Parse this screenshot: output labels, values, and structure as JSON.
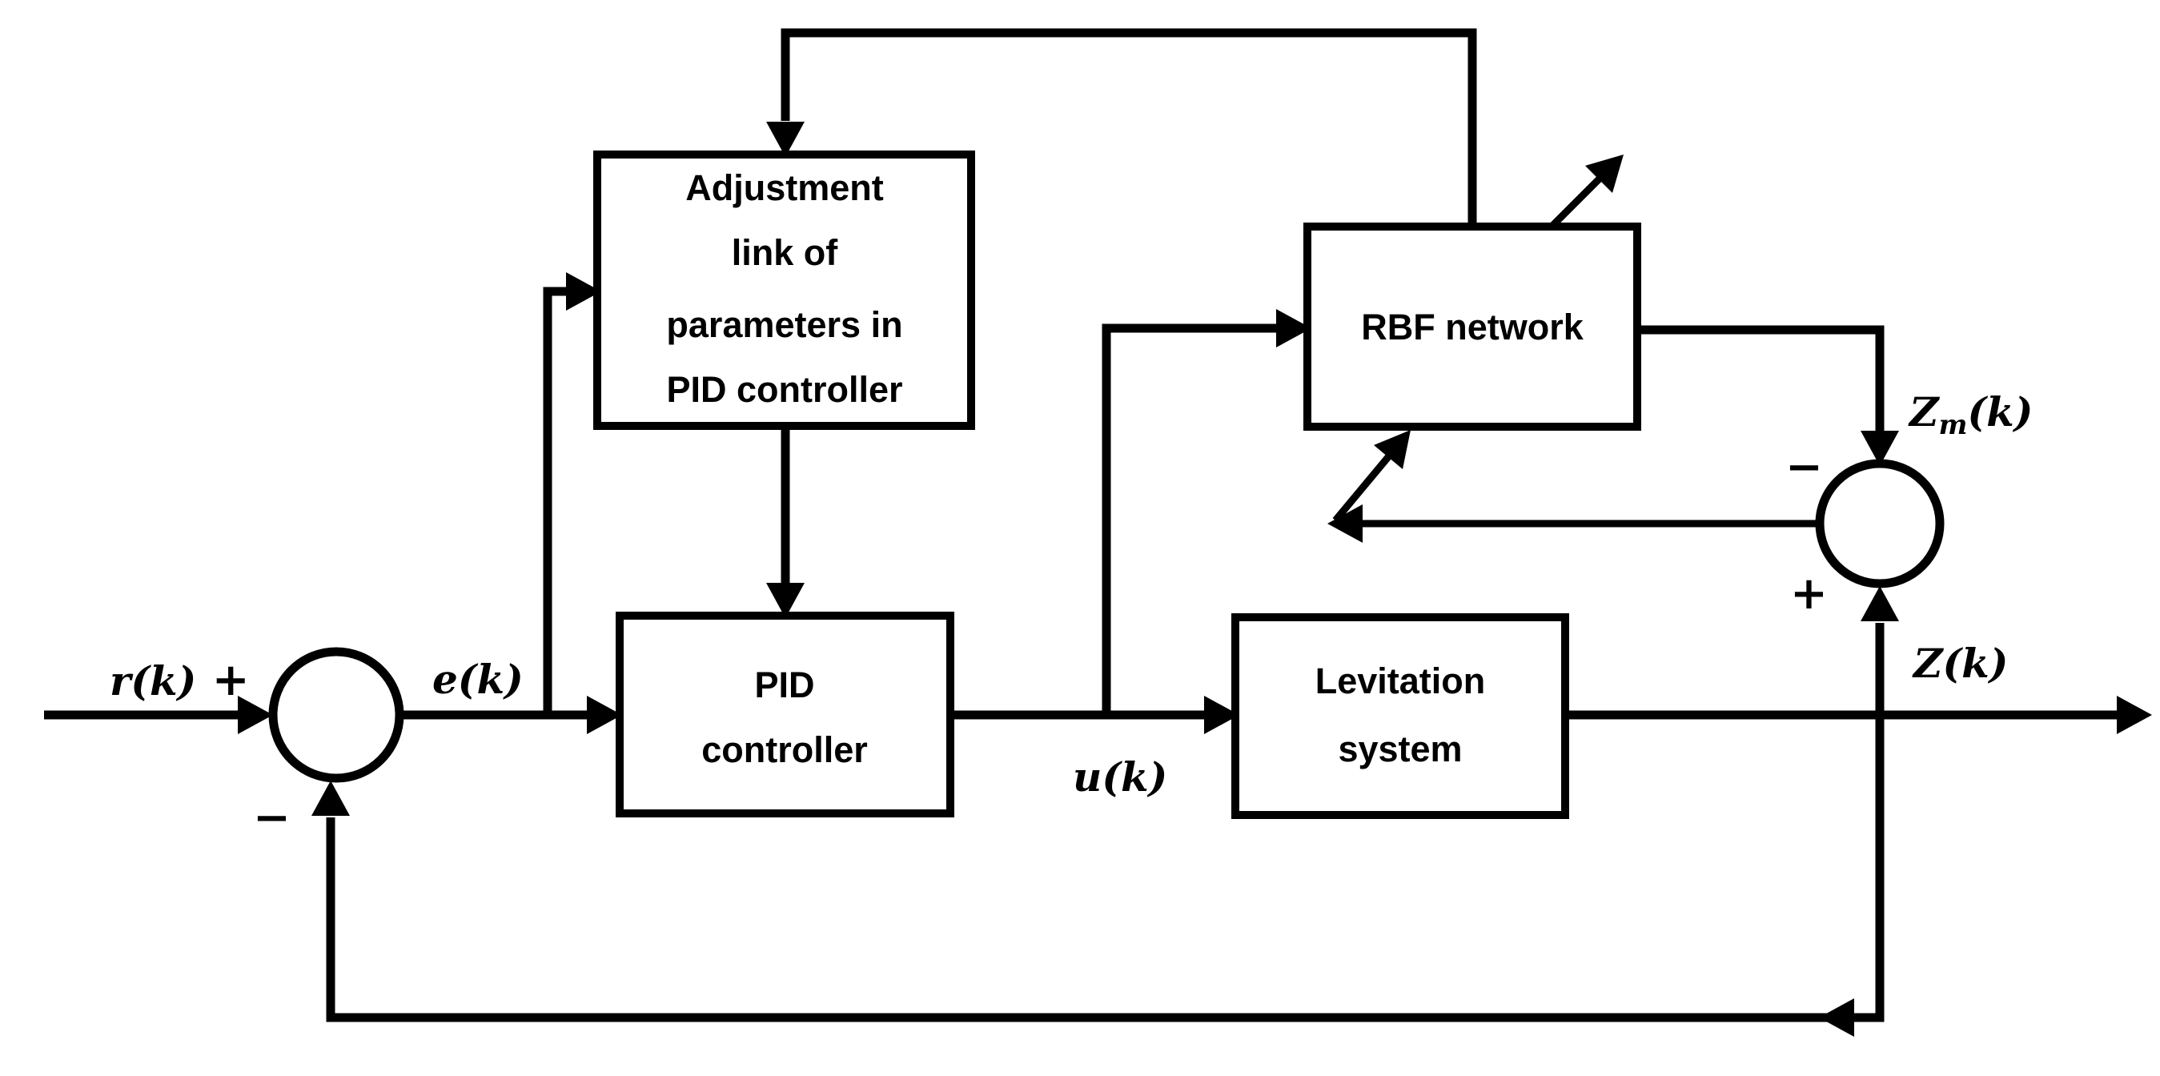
{
  "diagram": {
    "boxes": {
      "adjustment": {
        "lines": [
          "Adjustment",
          "link of",
          "parameters in",
          "PID controller"
        ]
      },
      "pid": {
        "lines": [
          "PID",
          "controller"
        ]
      },
      "rbf": {
        "label": "RBF network"
      },
      "levitation": {
        "lines": [
          "Levitation",
          "system"
        ]
      }
    },
    "labels": {
      "reference": "r(k)",
      "reference_sign": " +",
      "error": "e(k)",
      "control": "u(k)",
      "model_output_main": "Z",
      "model_output_sub": "m",
      "model_output_rest": "(k)",
      "plant_output": "Z(k)",
      "minus_left_junction": "−",
      "minus_right_junction": "−",
      "plus_right_junction": "+"
    },
    "colors": {
      "line": "#000000",
      "background": "#ffffff"
    }
  }
}
